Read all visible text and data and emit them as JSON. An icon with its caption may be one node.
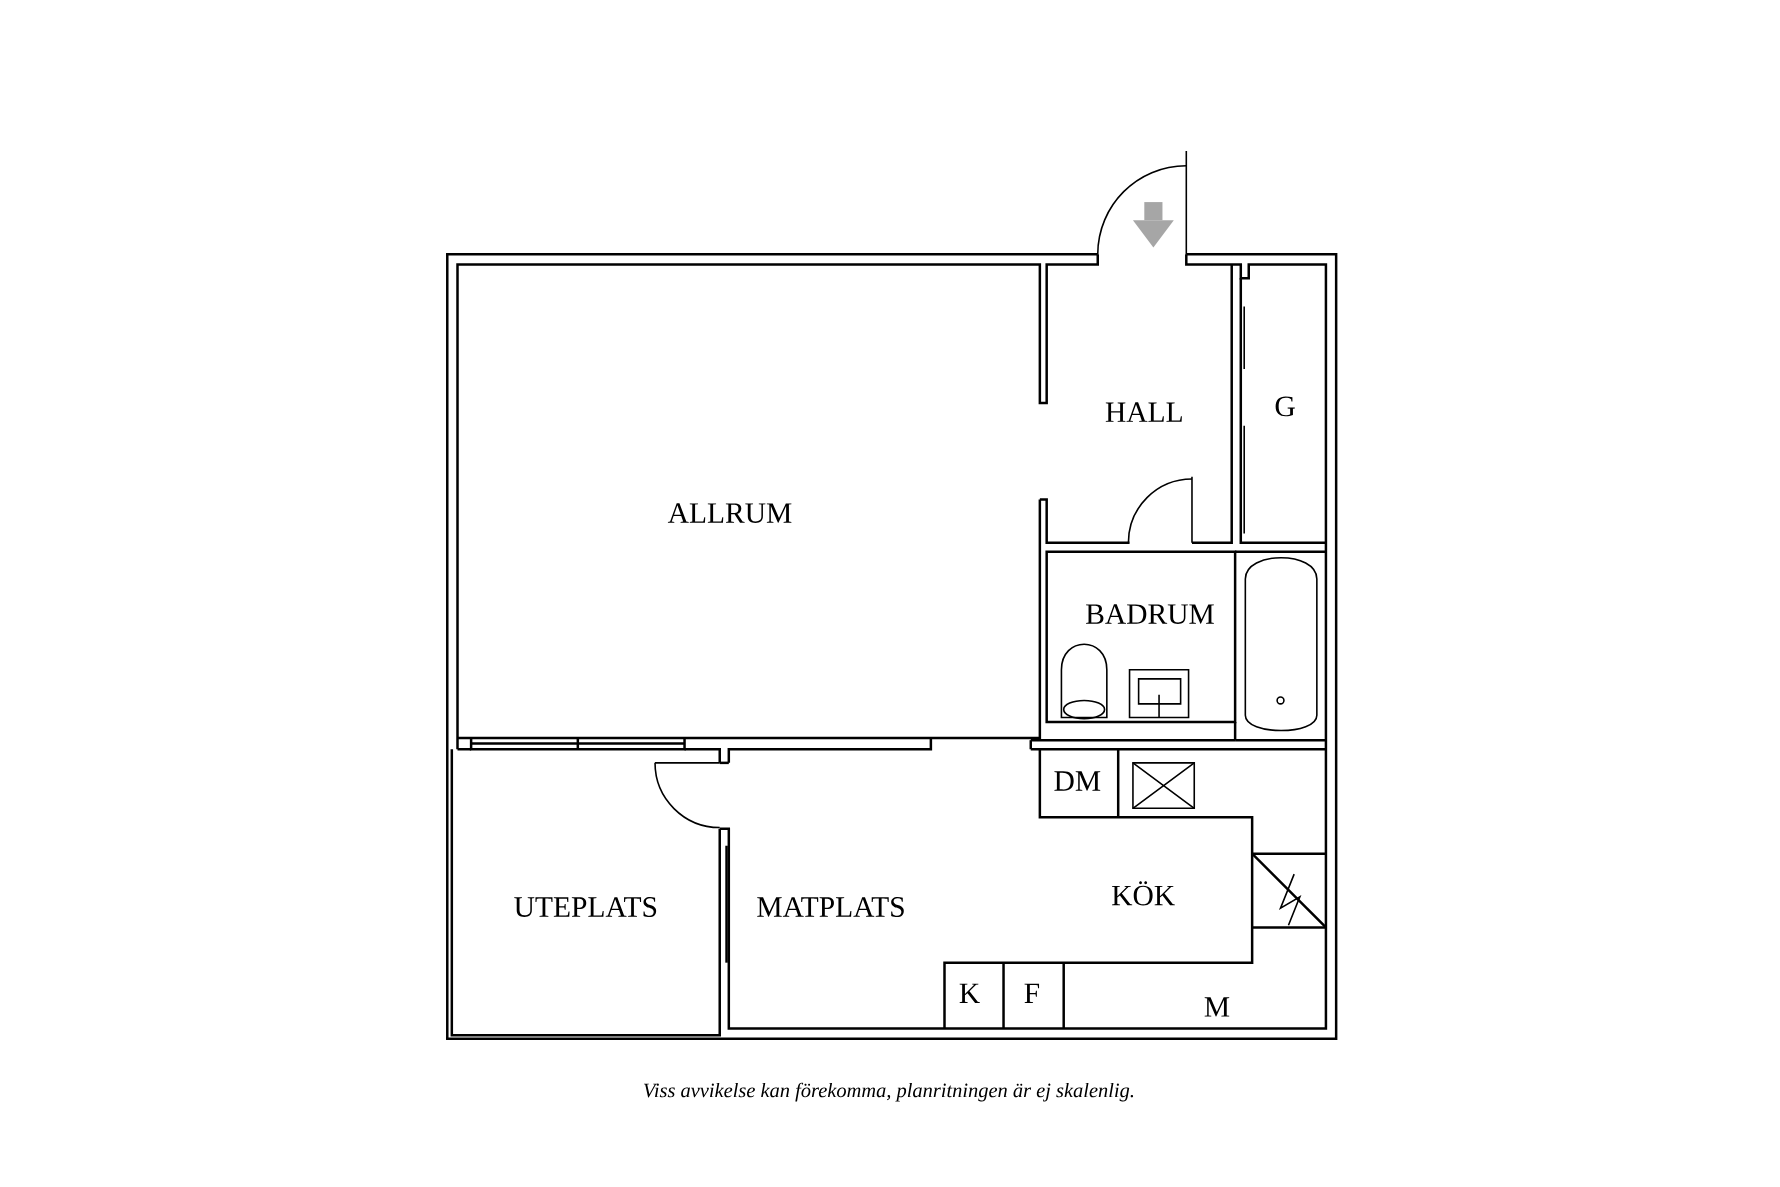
{
  "diagram": {
    "caption": "Viss avvikelse kan förekomma, planritningen är ej skalenlig.",
    "labels": [
      "HALL",
      "G",
      "ALLRUM",
      "BADRUM",
      "DM",
      "UTEPLATS",
      "MATPLATS",
      "KÖK",
      "K",
      "F",
      "M"
    ]
  }
}
